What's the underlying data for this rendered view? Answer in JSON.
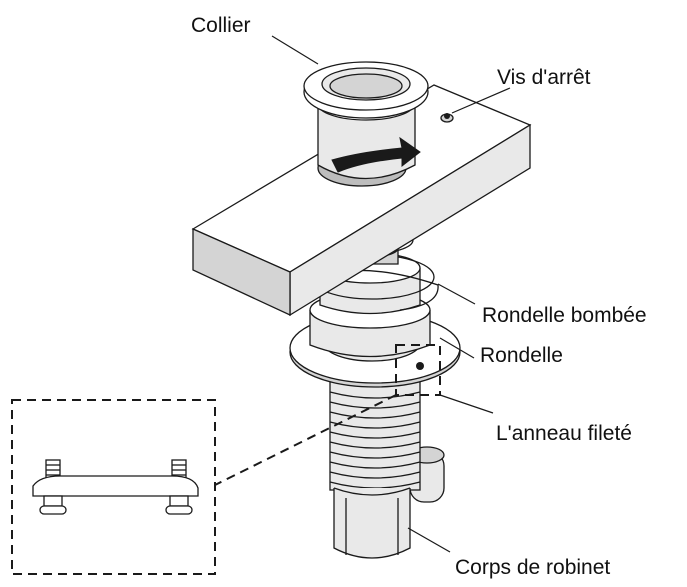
{
  "labels": {
    "collier": "Collier",
    "vis_arret": "Vis d'arrêt",
    "rondelle_bombee": "Rondelle bombée",
    "rondelle": "Rondelle",
    "anneau_filete": "L'anneau fileté",
    "corps_robinet": "Corps de robinet"
  }
}
